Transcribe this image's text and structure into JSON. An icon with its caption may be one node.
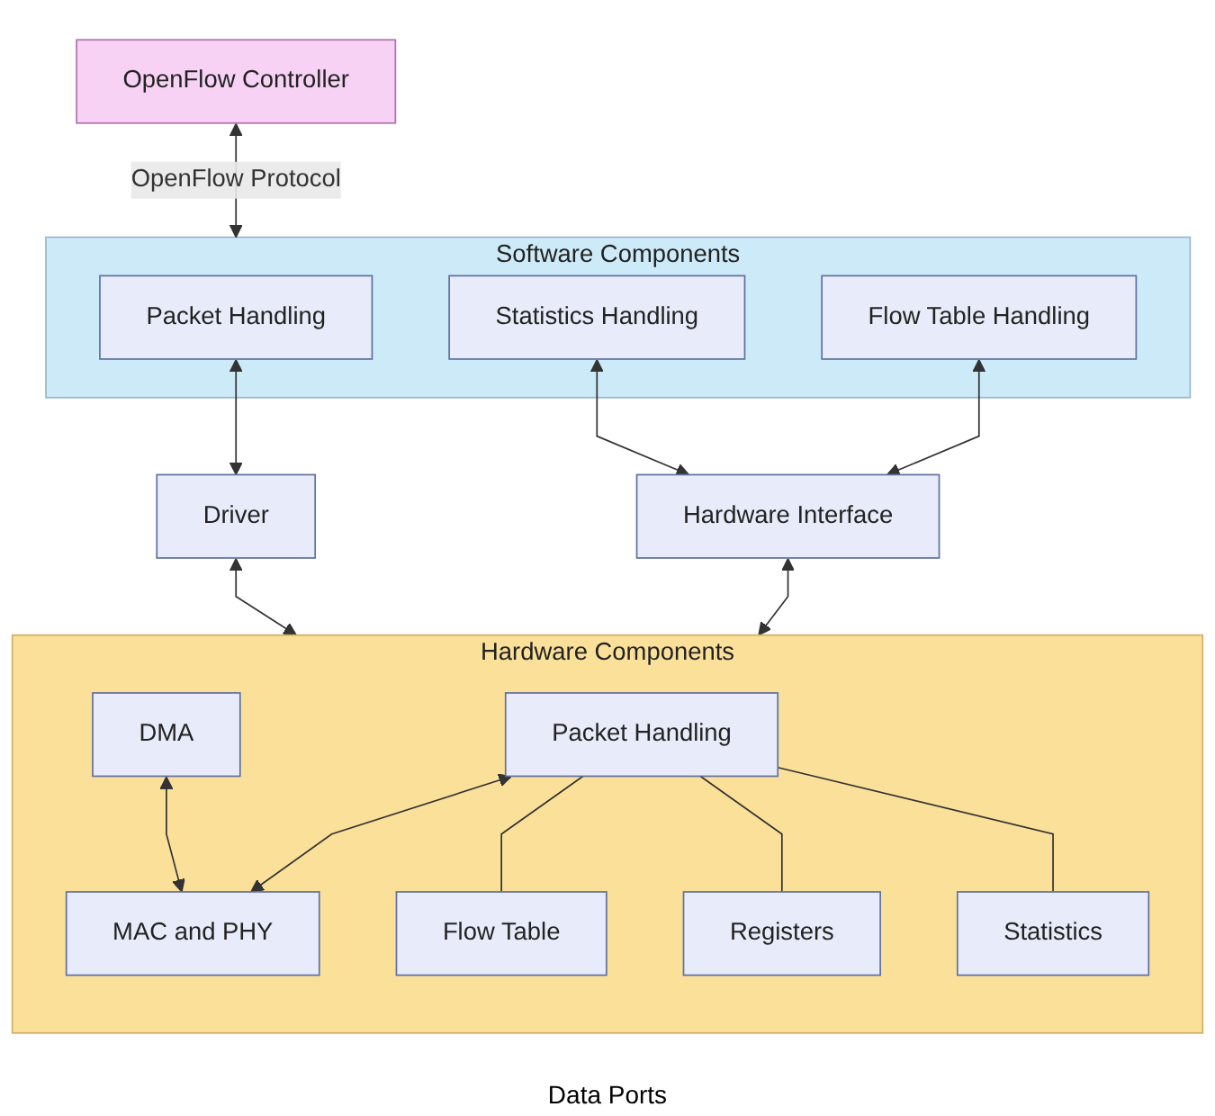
{
  "diagram": {
    "nodes": [
      {
        "text": [
          "OpenFlow Controller"
        ]
      },
      {
        "text": [
          "Software Components"
        ]
      },
      {
        "text": [
          "Packet Handling"
        ],
        "in": 1
      },
      {
        "text": [
          "Statistics Handling"
        ],
        "in": 1
      },
      {
        "text": [
          "Flow Table Handling"
        ],
        "in": 1
      },
      {
        "text": [
          "Driver"
        ]
      },
      {
        "text": [
          "Hardware Interface"
        ]
      },
      {
        "text": [
          "Hardware Components"
        ]
      },
      {
        "text": [
          "DMA"
        ],
        "in": 7
      },
      {
        "text": [
          "Packet Handling"
        ],
        "in": 7
      },
      {
        "text": [
          "MAC and PHY"
        ],
        "in": 7
      },
      {
        "text": [
          "Flow Table"
        ],
        "in": 7
      },
      {
        "text": [
          "Registers"
        ],
        "in": 7
      },
      {
        "text": [
          "Statistics"
        ],
        "in": 7
      }
    ],
    "edges": [
      {
        "from": 0,
        "to": 1,
        "arrow": "both",
        "label": "OpenFlow Protocol"
      },
      {
        "from": 2,
        "to": 5,
        "arrow": "both"
      },
      {
        "from": 3,
        "to": 6,
        "arrow": "both"
      },
      {
        "from": 4,
        "to": 6,
        "arrow": "both"
      },
      {
        "from": 5,
        "to": 7,
        "arrow": "both"
      },
      {
        "from": 6,
        "to": 7,
        "arrow": "both"
      },
      {
        "from": 8,
        "to": 10,
        "arrow": "both"
      },
      {
        "from": 9,
        "to": 10,
        "arrow": "both"
      },
      {
        "from": 9,
        "to": 11,
        "arrow": "none"
      },
      {
        "from": 9,
        "to": 12,
        "arrow": "none"
      },
      {
        "from": 9,
        "to": 13,
        "arrow": "none"
      }
    ],
    "labels": [
      "Data Ports"
    ]
  }
}
